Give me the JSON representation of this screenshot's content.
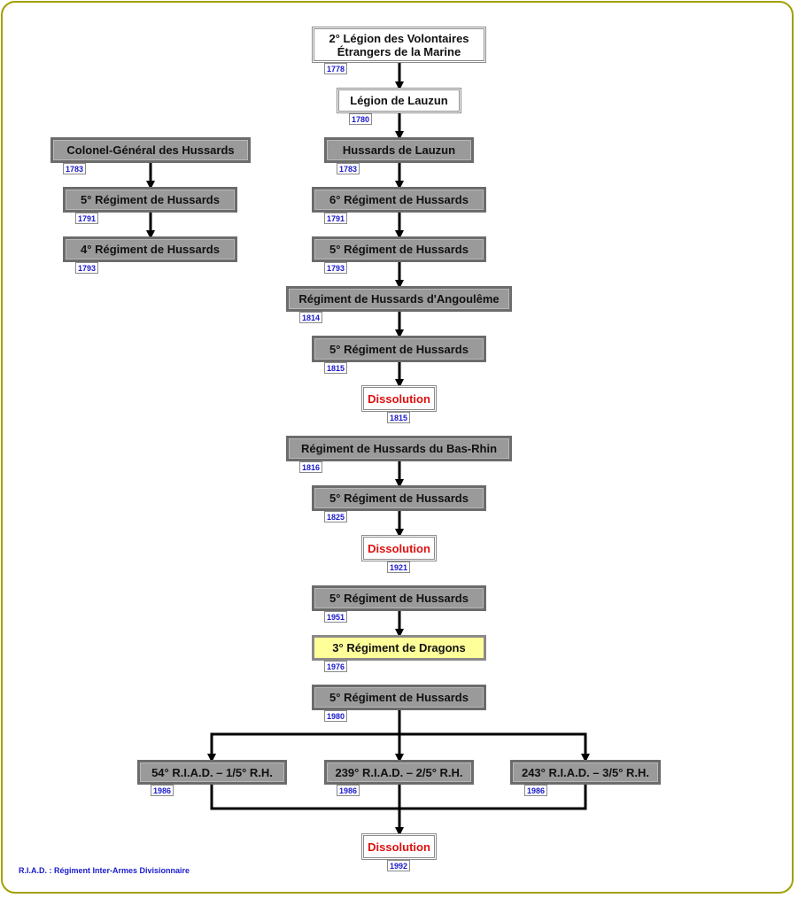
{
  "nodes": [
    {
      "id": "n1",
      "label": "2° Légion des Volontaires Étrangers de la Marine",
      "year": "1778",
      "style": "white"
    },
    {
      "id": "n2",
      "label": "Légion de Lauzun",
      "year": "1780",
      "style": "white"
    },
    {
      "id": "n3",
      "label": "Hussards de Lauzun",
      "year": "1783",
      "style": "grey"
    },
    {
      "id": "n4",
      "label": "6° Régiment de Hussards",
      "year": "1791",
      "style": "grey"
    },
    {
      "id": "n5",
      "label": "5° Régiment de Hussards",
      "year": "1793",
      "style": "grey"
    },
    {
      "id": "n6",
      "label": "Régiment de Hussards d'Angoulême",
      "year": "1814",
      "style": "grey"
    },
    {
      "id": "n7",
      "label": "5° Régiment de Hussards",
      "year": "1815",
      "style": "grey"
    },
    {
      "id": "n8",
      "label": "Dissolution",
      "year": "1815",
      "style": "diss"
    },
    {
      "id": "n9",
      "label": "Régiment de Hussards du Bas-Rhin",
      "year": "1816",
      "style": "grey"
    },
    {
      "id": "n10",
      "label": "5° Régiment de Hussards",
      "year": "1825",
      "style": "grey"
    },
    {
      "id": "n11",
      "label": "Dissolution",
      "year": "1921",
      "style": "diss"
    },
    {
      "id": "n12",
      "label": "5° Régiment de Hussards",
      "year": "1951",
      "style": "grey"
    },
    {
      "id": "n13",
      "label": "3° Régiment de Dragons",
      "year": "1976",
      "style": "yellow"
    },
    {
      "id": "n14",
      "label": "5° Régiment de Hussards",
      "year": "1980",
      "style": "grey"
    },
    {
      "id": "n15",
      "label": "54° R.I.A.D. – 1/5° R.H.",
      "year": "1986",
      "style": "grey"
    },
    {
      "id": "n16",
      "label": "239° R.I.A.D. – 2/5° R.H.",
      "year": "1986",
      "style": "grey"
    },
    {
      "id": "n17",
      "label": "243° R.I.A.D. – 3/5° R.H.",
      "year": "1986",
      "style": "grey"
    },
    {
      "id": "n18",
      "label": "Dissolution",
      "year": "1992",
      "style": "diss"
    },
    {
      "id": "l1",
      "label": "Colonel-Général des Hussards",
      "year": "1783",
      "style": "grey"
    },
    {
      "id": "l2",
      "label": "5° Régiment de Hussards",
      "year": "1791",
      "style": "grey"
    },
    {
      "id": "l3",
      "label": "4° Régiment de Hussards",
      "year": "1793",
      "style": "grey"
    }
  ],
  "edges": [
    [
      "n1",
      "n2"
    ],
    [
      "n2",
      "n3"
    ],
    [
      "n3",
      "n4"
    ],
    [
      "n4",
      "n5"
    ],
    [
      "n5",
      "n6"
    ],
    [
      "n6",
      "n7"
    ],
    [
      "n7",
      "n8"
    ],
    [
      "n9",
      "n10"
    ],
    [
      "n10",
      "n11"
    ],
    [
      "n12",
      "n13"
    ],
    [
      "n14",
      "n15"
    ],
    [
      "n14",
      "n16"
    ],
    [
      "n14",
      "n17"
    ],
    [
      "n15",
      "n18"
    ],
    [
      "n16",
      "n18"
    ],
    [
      "n17",
      "n18"
    ],
    [
      "l1",
      "l2"
    ],
    [
      "l2",
      "l3"
    ]
  ],
  "legend": "R.I.A.D. : Régiment Inter-Armes Divisionnaire"
}
